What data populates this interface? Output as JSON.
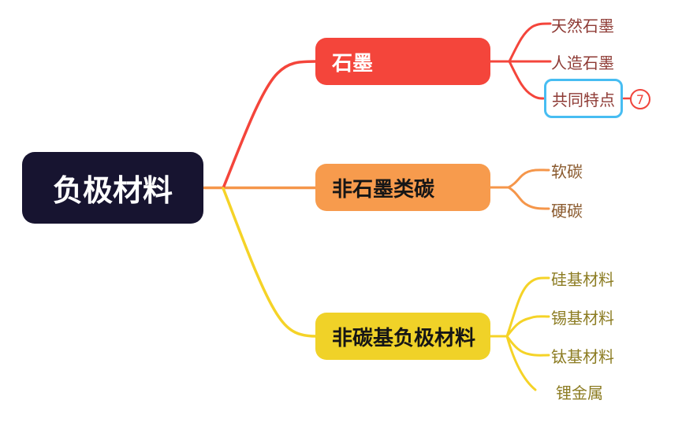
{
  "colors": {
    "background": "#FFFFFF",
    "root_fill": "#171430",
    "root_text": "#FFFFFF",
    "graphite_fill": "#F4453B",
    "graphite_line": "#F4453B",
    "graphite_leaf_text": "#8E3A34",
    "non_graphite_fill": "#F79B4D",
    "non_graphite_line": "#F5964A",
    "non_graphite_leaf_text": "#8A5A2E",
    "non_carbon_fill": "#F0D228",
    "non_carbon_line": "#F5D327",
    "non_carbon_leaf_text": "#8C7C22",
    "selection_border": "#47BDF2",
    "badge_border": "#F0453C"
  },
  "mindmap": {
    "root": {
      "label": "负极材料"
    },
    "branches": [
      {
        "label": "石墨",
        "children": [
          {
            "label": "天然石墨"
          },
          {
            "label": "人造石墨"
          },
          {
            "label": "共同特点",
            "selected": true,
            "badge": "7"
          }
        ]
      },
      {
        "label": "非石墨类碳",
        "children": [
          {
            "label": "软碳"
          },
          {
            "label": "硬碳"
          }
        ]
      },
      {
        "label": "非碳基负极材料",
        "children": [
          {
            "label": "硅基材料"
          },
          {
            "label": "锡基材料"
          },
          {
            "label": "钛基材料"
          },
          {
            "label": "锂金属"
          }
        ]
      }
    ]
  }
}
